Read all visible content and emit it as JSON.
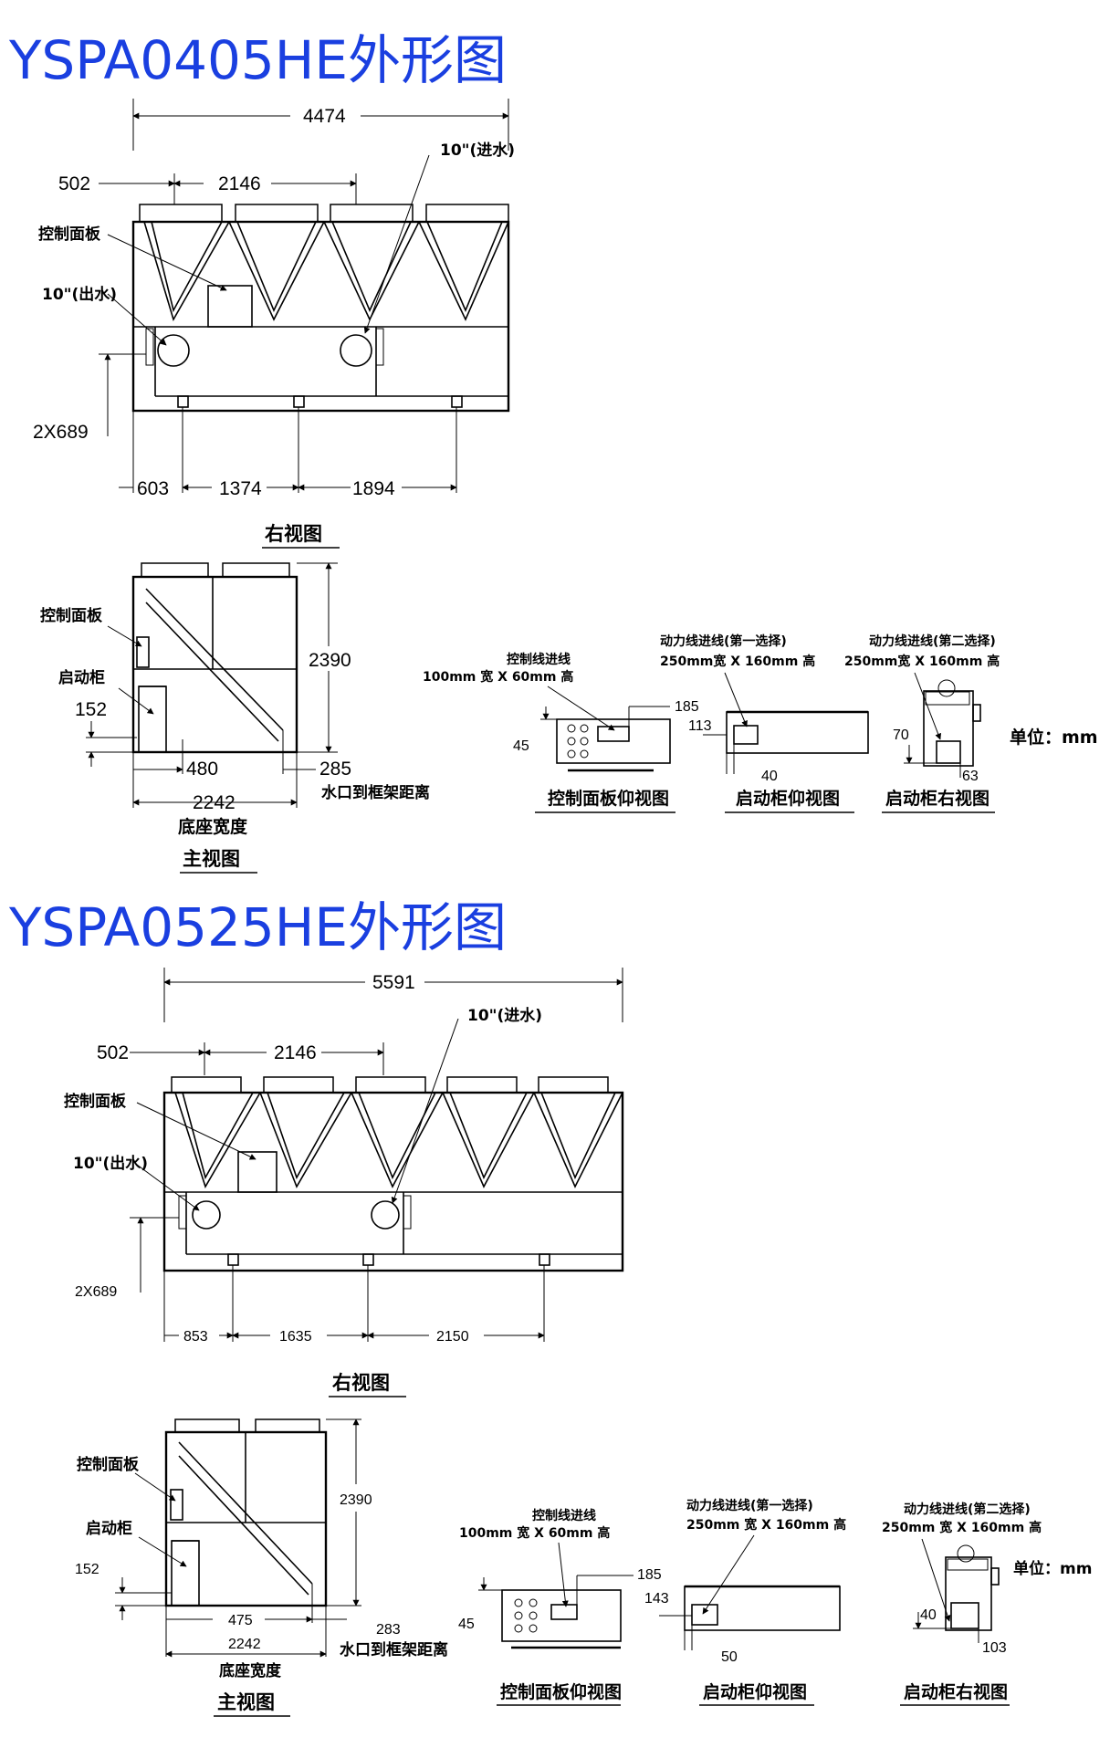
{
  "units": "单位：mm",
  "sections": [
    {
      "title": "YSPA0405HE外形图",
      "right_view": {
        "caption": "右视图",
        "total": "4474",
        "left_offset": "502",
        "fan_pitch": "2146",
        "inlet": "10\"(进水)",
        "outlet": "10\"(出水)",
        "control_panel": "控制面板",
        "height_dims": "2X689",
        "base_1": "603",
        "base_2": "1374",
        "base_3": "1894"
      },
      "main_view": {
        "caption": "主视图",
        "control_panel": "控制面板",
        "starter": "启动柜",
        "h152": "152",
        "height": "2390",
        "w480": "480",
        "w285": "285",
        "water_dist": "水口到框架距离",
        "base_width_val": "2242",
        "base_width": "底座宽度"
      },
      "cp_bottom": {
        "caption": "控制面板仰视图",
        "cable": "控制线进线",
        "size": "100mm 宽 X 60mm 高",
        "d185": "185",
        "d45": "45"
      },
      "st_bottom": {
        "caption": "启动柜仰视图",
        "power": "动力线进线(第一选择)",
        "size": "250mm宽 X 160mm 高",
        "d113": "113",
        "d40": "40"
      },
      "st_right": {
        "caption": "启动柜右视图",
        "power": "动力线进线(第二选择)",
        "size": "250mm宽 X 160mm 高",
        "d70": "70",
        "d63": "63"
      }
    },
    {
      "title": "YSPA0525HE外形图",
      "right_view": {
        "caption": "右视图",
        "total": "5591",
        "left_offset": "502",
        "fan_pitch": "2146",
        "inlet": "10\"(进水)",
        "outlet": "10\"(出水)",
        "control_panel": "控制面板",
        "height_dims": "2X689",
        "base_1": "853",
        "base_2": "1635",
        "base_3": "2150"
      },
      "main_view": {
        "caption": "主视图",
        "control_panel": "控制面板",
        "starter": "启动柜",
        "h152": "152",
        "height": "2390",
        "w480": "475",
        "w285": "283",
        "water_dist": "水口到框架距离",
        "base_width_val": "2242",
        "base_width": "底座宽度"
      },
      "cp_bottom": {
        "caption": "控制面板仰视图",
        "cable": "控制线进线",
        "size": "100mm 宽 X  60mm 高",
        "d185": "185",
        "d45": "45"
      },
      "st_bottom": {
        "caption": "启动柜仰视图",
        "power": "动力线进线(第一选择)",
        "size": "250mm 宽 X 160mm 高",
        "d113": "143",
        "d40": "50"
      },
      "st_right": {
        "caption": "启动柜右视图",
        "power": "动力线进线(第二选择)",
        "size": "250mm 宽 X 160mm 高",
        "d70": "40",
        "d63": "103"
      }
    }
  ],
  "colors": {
    "title": "#1a3fe0",
    "line": "#000000"
  }
}
